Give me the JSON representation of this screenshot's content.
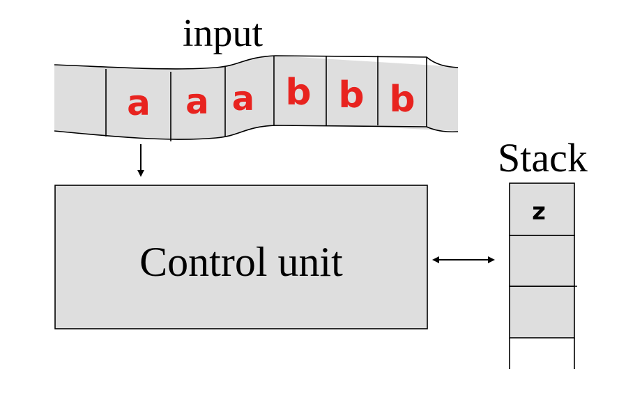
{
  "input_label": "input",
  "stack_label": "Stack",
  "control_unit_label": "Control unit",
  "tape": {
    "symbols": [
      "a",
      "a",
      "a",
      "b",
      "b",
      "b"
    ],
    "symbol_color": "#e8231f",
    "cell_fill": "#dedede"
  },
  "stack": {
    "cells": [
      "z",
      "",
      ""
    ],
    "cell_fill": "#dedede",
    "symbol_color": "#000000"
  },
  "control_unit_fill": "#dedede",
  "line_color": "#000000"
}
